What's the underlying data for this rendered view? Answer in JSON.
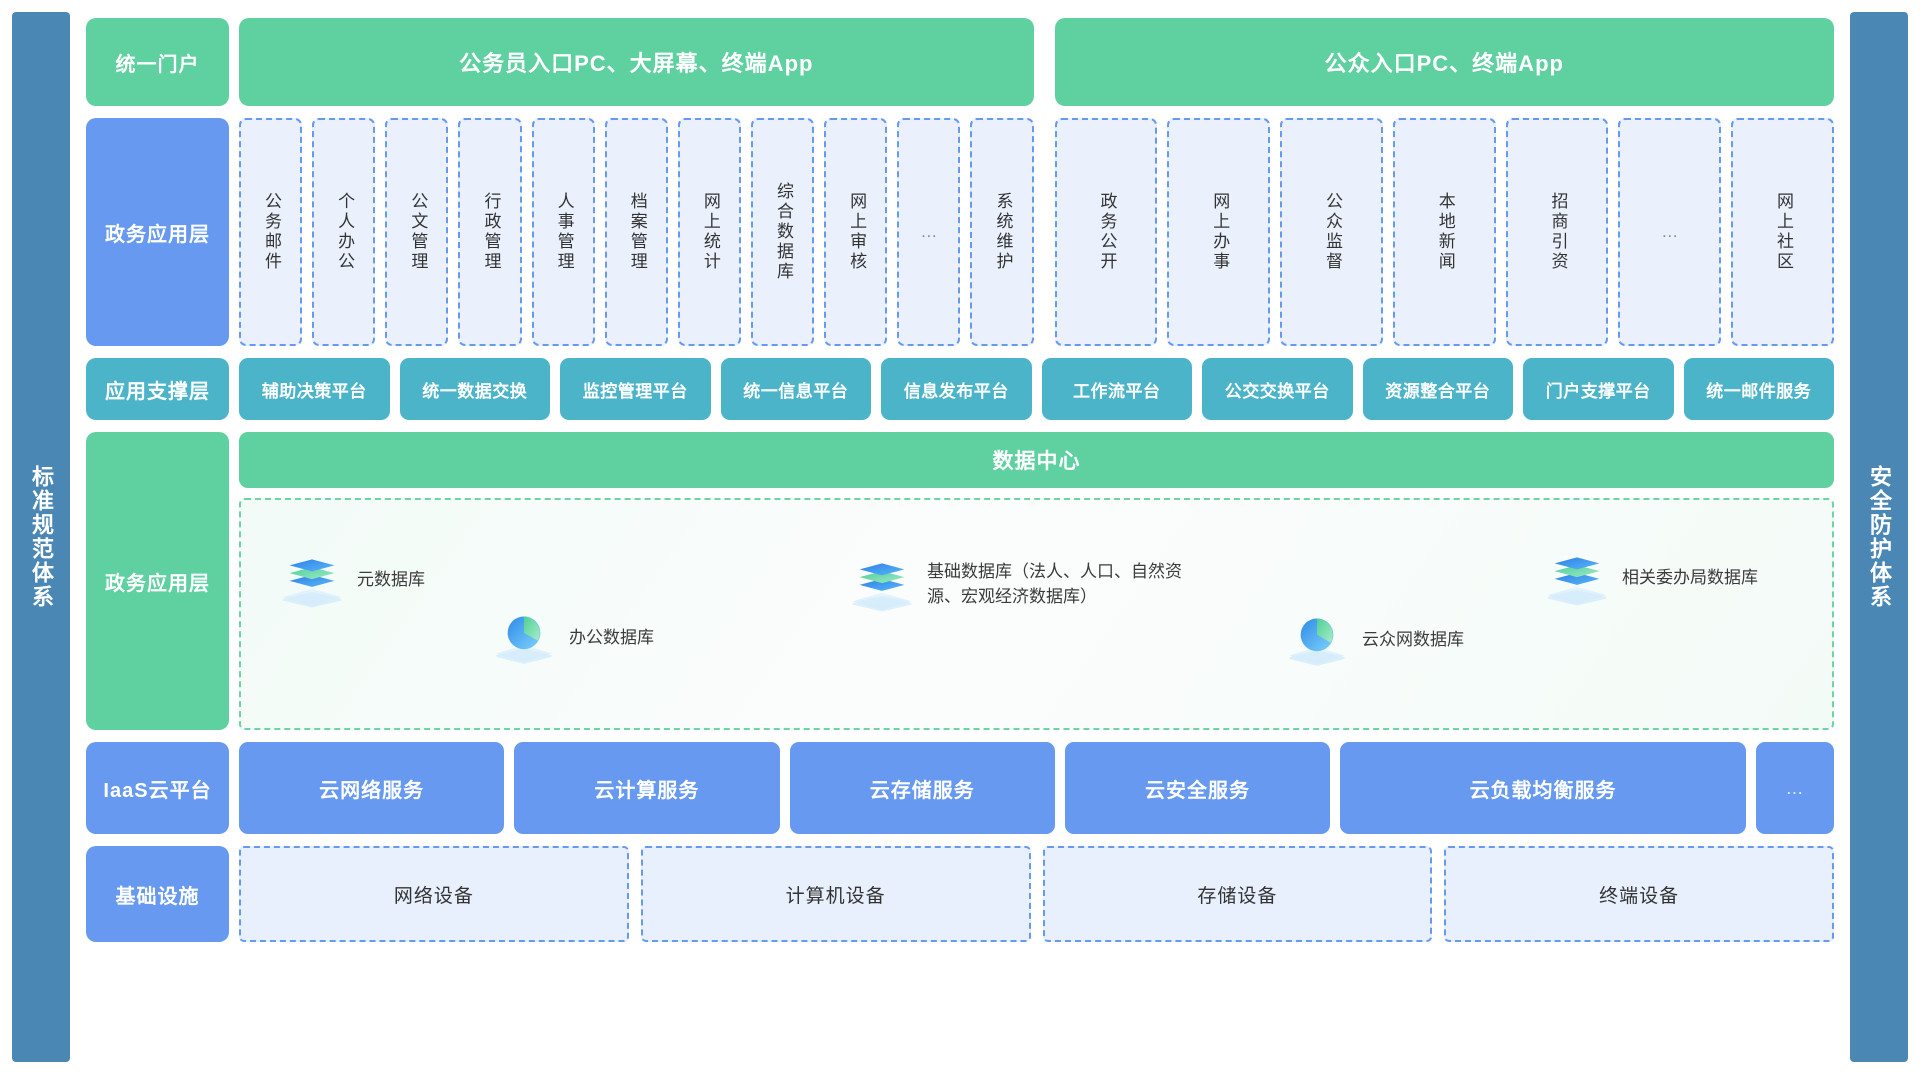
{
  "rails": {
    "left": "标准规范体系",
    "right": "安全防护体系"
  },
  "colors": {
    "rail": "#4a87b5",
    "green": "#5fd0a0",
    "blue": "#6699ef",
    "teal": "#4bb4c8",
    "dashed_blue_fill": "#eaf1fd",
    "data_body_border": "#6fd3a6"
  },
  "rows": {
    "portal": {
      "label": "统一门户",
      "gov_entry": "公务员入口PC、大屏幕、终端App",
      "public_entry": "公众入口PC、终端App"
    },
    "apps": {
      "label": "政务应用层",
      "gov_items": [
        "公务邮件",
        "个人办公",
        "公文管理",
        "行政管理",
        "人事管理",
        "档案管理",
        "网上统计",
        "综合数据库",
        "网上审核",
        "…",
        "系统维护"
      ],
      "public_items": [
        "政务公开",
        "网上办事",
        "公众监督",
        "本地新闻",
        "招商引资",
        "…",
        "网上社区"
      ]
    },
    "support": {
      "label": "应用支撑层",
      "items": [
        "辅助决策平台",
        "统一数据交换",
        "监控管理平台",
        "统一信息平台",
        "信息发布平台",
        "工作流平台",
        "公交交换平台",
        "资源整合平台",
        "门户支撑平台",
        "统一邮件服务"
      ]
    },
    "data_center": {
      "label": "政务应用层",
      "header": "数据中心",
      "databases": [
        {
          "name": "元数据库",
          "icon": "layers-database-icon"
        },
        {
          "name": "办公数据库",
          "icon": "pie-database-icon"
        },
        {
          "name": "基础数据库（法人、人口、自然资源、宏观经济数据库）",
          "icon": "layers-database-icon"
        },
        {
          "name": "云众网数据库",
          "icon": "pie-database-icon"
        },
        {
          "name": "相关委办局数据库",
          "icon": "layers-database-icon"
        }
      ]
    },
    "iaas": {
      "label": "IaaS云平台",
      "items": [
        "云网络服务",
        "云计算服务",
        "云存储服务",
        "云安全服务",
        "云负载均衡服务",
        "…"
      ]
    },
    "infra": {
      "label": "基础设施",
      "items": [
        "网络设备",
        "计算机设备",
        "存储设备",
        "终端设备"
      ]
    }
  }
}
